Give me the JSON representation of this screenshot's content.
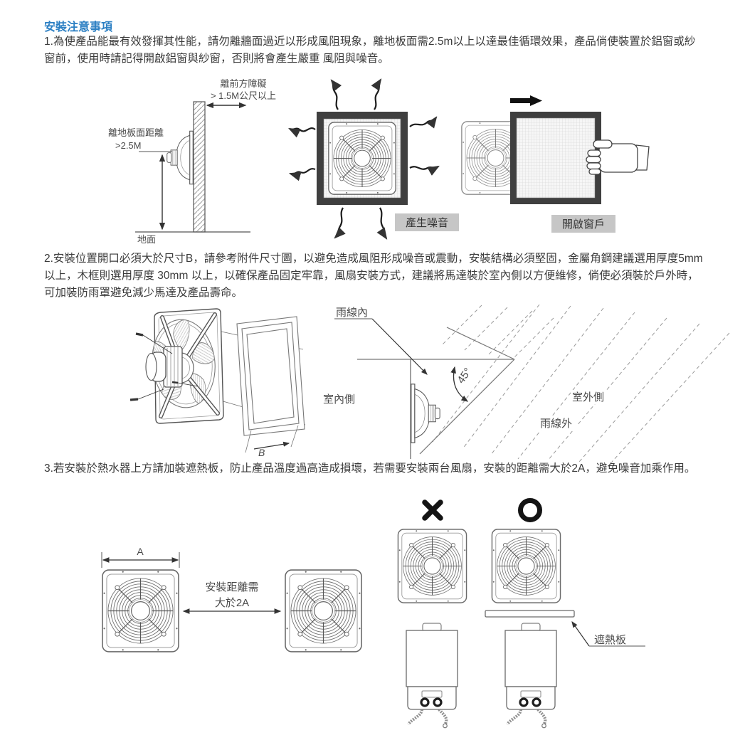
{
  "colors": {
    "heading": "#2b7fc3",
    "body_text": "#3a3a3a",
    "caption_bg": "#c6c6c6",
    "line": "#4d4d4d",
    "dark_frame": "#3f3f3f"
  },
  "title": "安裝注意事項",
  "paragraphs": {
    "p1": "1.為使產品能最有效發揮其性能，請勿離牆面過近以形成風阻現象，離地板面需2.5m以上以達最佳循環效果，產品倘使裝置於鋁窗或紗窗前，使用時請記得開啟鋁窗與紗窗，否則將會產生嚴重 風阻與噪音。",
    "p2": "2.安裝位置開口必須大於尺寸B，請參考附件尺寸圖，以避免造成風阻形成噪音或震動，安裝結構必須堅固，金屬角鋼建議選用厚度5mm以上，木框則選用厚度 30mm 以上，以確保產品固定牢靠，風扇安裝方式，建議將馬達裝於室內側以方便維修，倘使必須裝於戶外時，可加裝防雨罩避免減少馬達及產品壽命。",
    "p3": "3.若安裝於熱水器上方請加裝遮熱板，防止產品溫度過高造成損壞，若需要安裝兩台風扇，安裝的距離需大於2A，避免噪音加乘作用。"
  },
  "row1": {
    "front_obstacle_line1": "離前方障礙",
    "front_obstacle_line2": "> 1.5M公尺以上",
    "floor_distance_line1": "離地板面距離",
    "floor_distance_line2": ">2.5M",
    "ground": "地面",
    "noise_caption": "產生噪音",
    "open_window_caption": "開啟窗戶"
  },
  "row2": {
    "rain_line_inside": "雨線內",
    "indoor_side": "室內側",
    "outdoor_side": "室外側",
    "rain_line_outside": "雨線外",
    "angle": "45°",
    "dim_b": "B"
  },
  "row3": {
    "dim_a": "A",
    "distance_line1": "安裝距離需",
    "distance_line2": "大於2A",
    "heat_shield": "遮熱板"
  }
}
